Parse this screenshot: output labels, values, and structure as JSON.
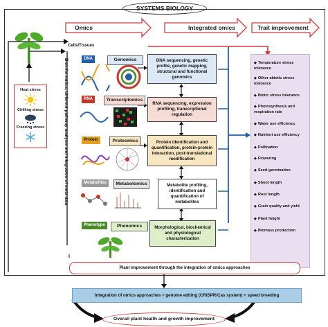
{
  "title": "SYSTEMS BIOLOGY",
  "headers": {
    "omics": "Omics",
    "integrated": "Integrated omics",
    "trait": "Trait improvement"
  },
  "cells_tissues": "Cells/Tissues",
  "stress": {
    "heat": "Heat stress",
    "chilling": "Chilling stress",
    "freezing": "Freezing stress"
  },
  "vertical_label": "Bioinformatics, different pathway analysis and integration of meta data",
  "omics_rows": [
    {
      "tag": "DNA",
      "label": "Genomics",
      "desc": "DNA sequencing, genetic profile, genetic mapping, structural and functional genomics"
    },
    {
      "tag": "RNA",
      "label": "Transcriptomics",
      "desc": "RNA sequencing, expression profiling, transcriptional regulation"
    },
    {
      "tag": "Protein",
      "label": "Proteomics",
      "desc": "Protein identification and quantification, protein-protein interaction, post-translational modification"
    },
    {
      "tag": "Metabolites",
      "label": "Metabolomics",
      "desc": "Metabolite profiling, identification and quantification of metabolites"
    },
    {
      "tag": "Phenotype",
      "label": "Phenomics",
      "desc": "Morphological, biochemical and physiological characterization"
    }
  ],
  "traits": [
    "Temperature stress tolerance",
    "Other abiotic stress tolerance",
    "Biotic stress tolerance",
    "Photosynthesis and respiration rate",
    "Water use efficiency",
    "Nutrient use efficiency",
    "Pollination",
    "Flowering",
    "Seed germination",
    "Shoot length",
    "Root length",
    "Grain quality and yield",
    "Plant height",
    "Biomass production"
  ],
  "plant_improvement": "Plant improvement through the integration of omics approaches",
  "integration": "Integration of omics approaches + genome editing (CRISPR/Cas system) + speed breeding",
  "overall": "Overall plant health and growth improvement",
  "colors": {
    "dna": "#1f5fa8",
    "rna": "#c0392b",
    "protein": "#e6a020",
    "metabolites": "#9a9a9a",
    "phenotype": "#4a8a2a",
    "genomics_bg": "#dce8f5",
    "transcriptomics_bg": "#f7dcd5",
    "proteomics_bg": "#f8e6c2",
    "metabolomics_bg": "#e4e4e4",
    "phenomics_bg": "#ddeec9",
    "trait_panel": "#eadff0",
    "accent_red": "#d23b3b",
    "integration_bar": "#a9cde6"
  }
}
